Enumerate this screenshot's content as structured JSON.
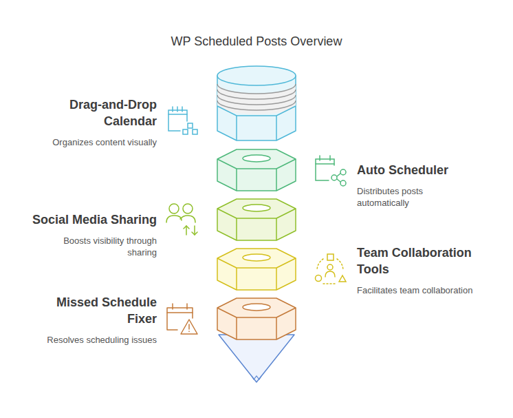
{
  "diagram": {
    "title": "WP Scheduled Posts Overview",
    "nodes": [
      {
        "text": [
          "Drag-and-Drop Calendar",
          "Organizes content visually"
        ]
      },
      {
        "text": [
          "Auto Scheduler",
          "Distributes posts automatically"
        ]
      },
      {
        "text": [
          "Social Media Sharing",
          "Boosts visibility through sharing"
        ]
      },
      {
        "text": [
          "Team Collaboration Tools",
          "Facilitates team collaboration"
        ]
      },
      {
        "text": [
          "Missed Schedule Fixer",
          "Resolves scheduling issues"
        ]
      }
    ]
  }
}
